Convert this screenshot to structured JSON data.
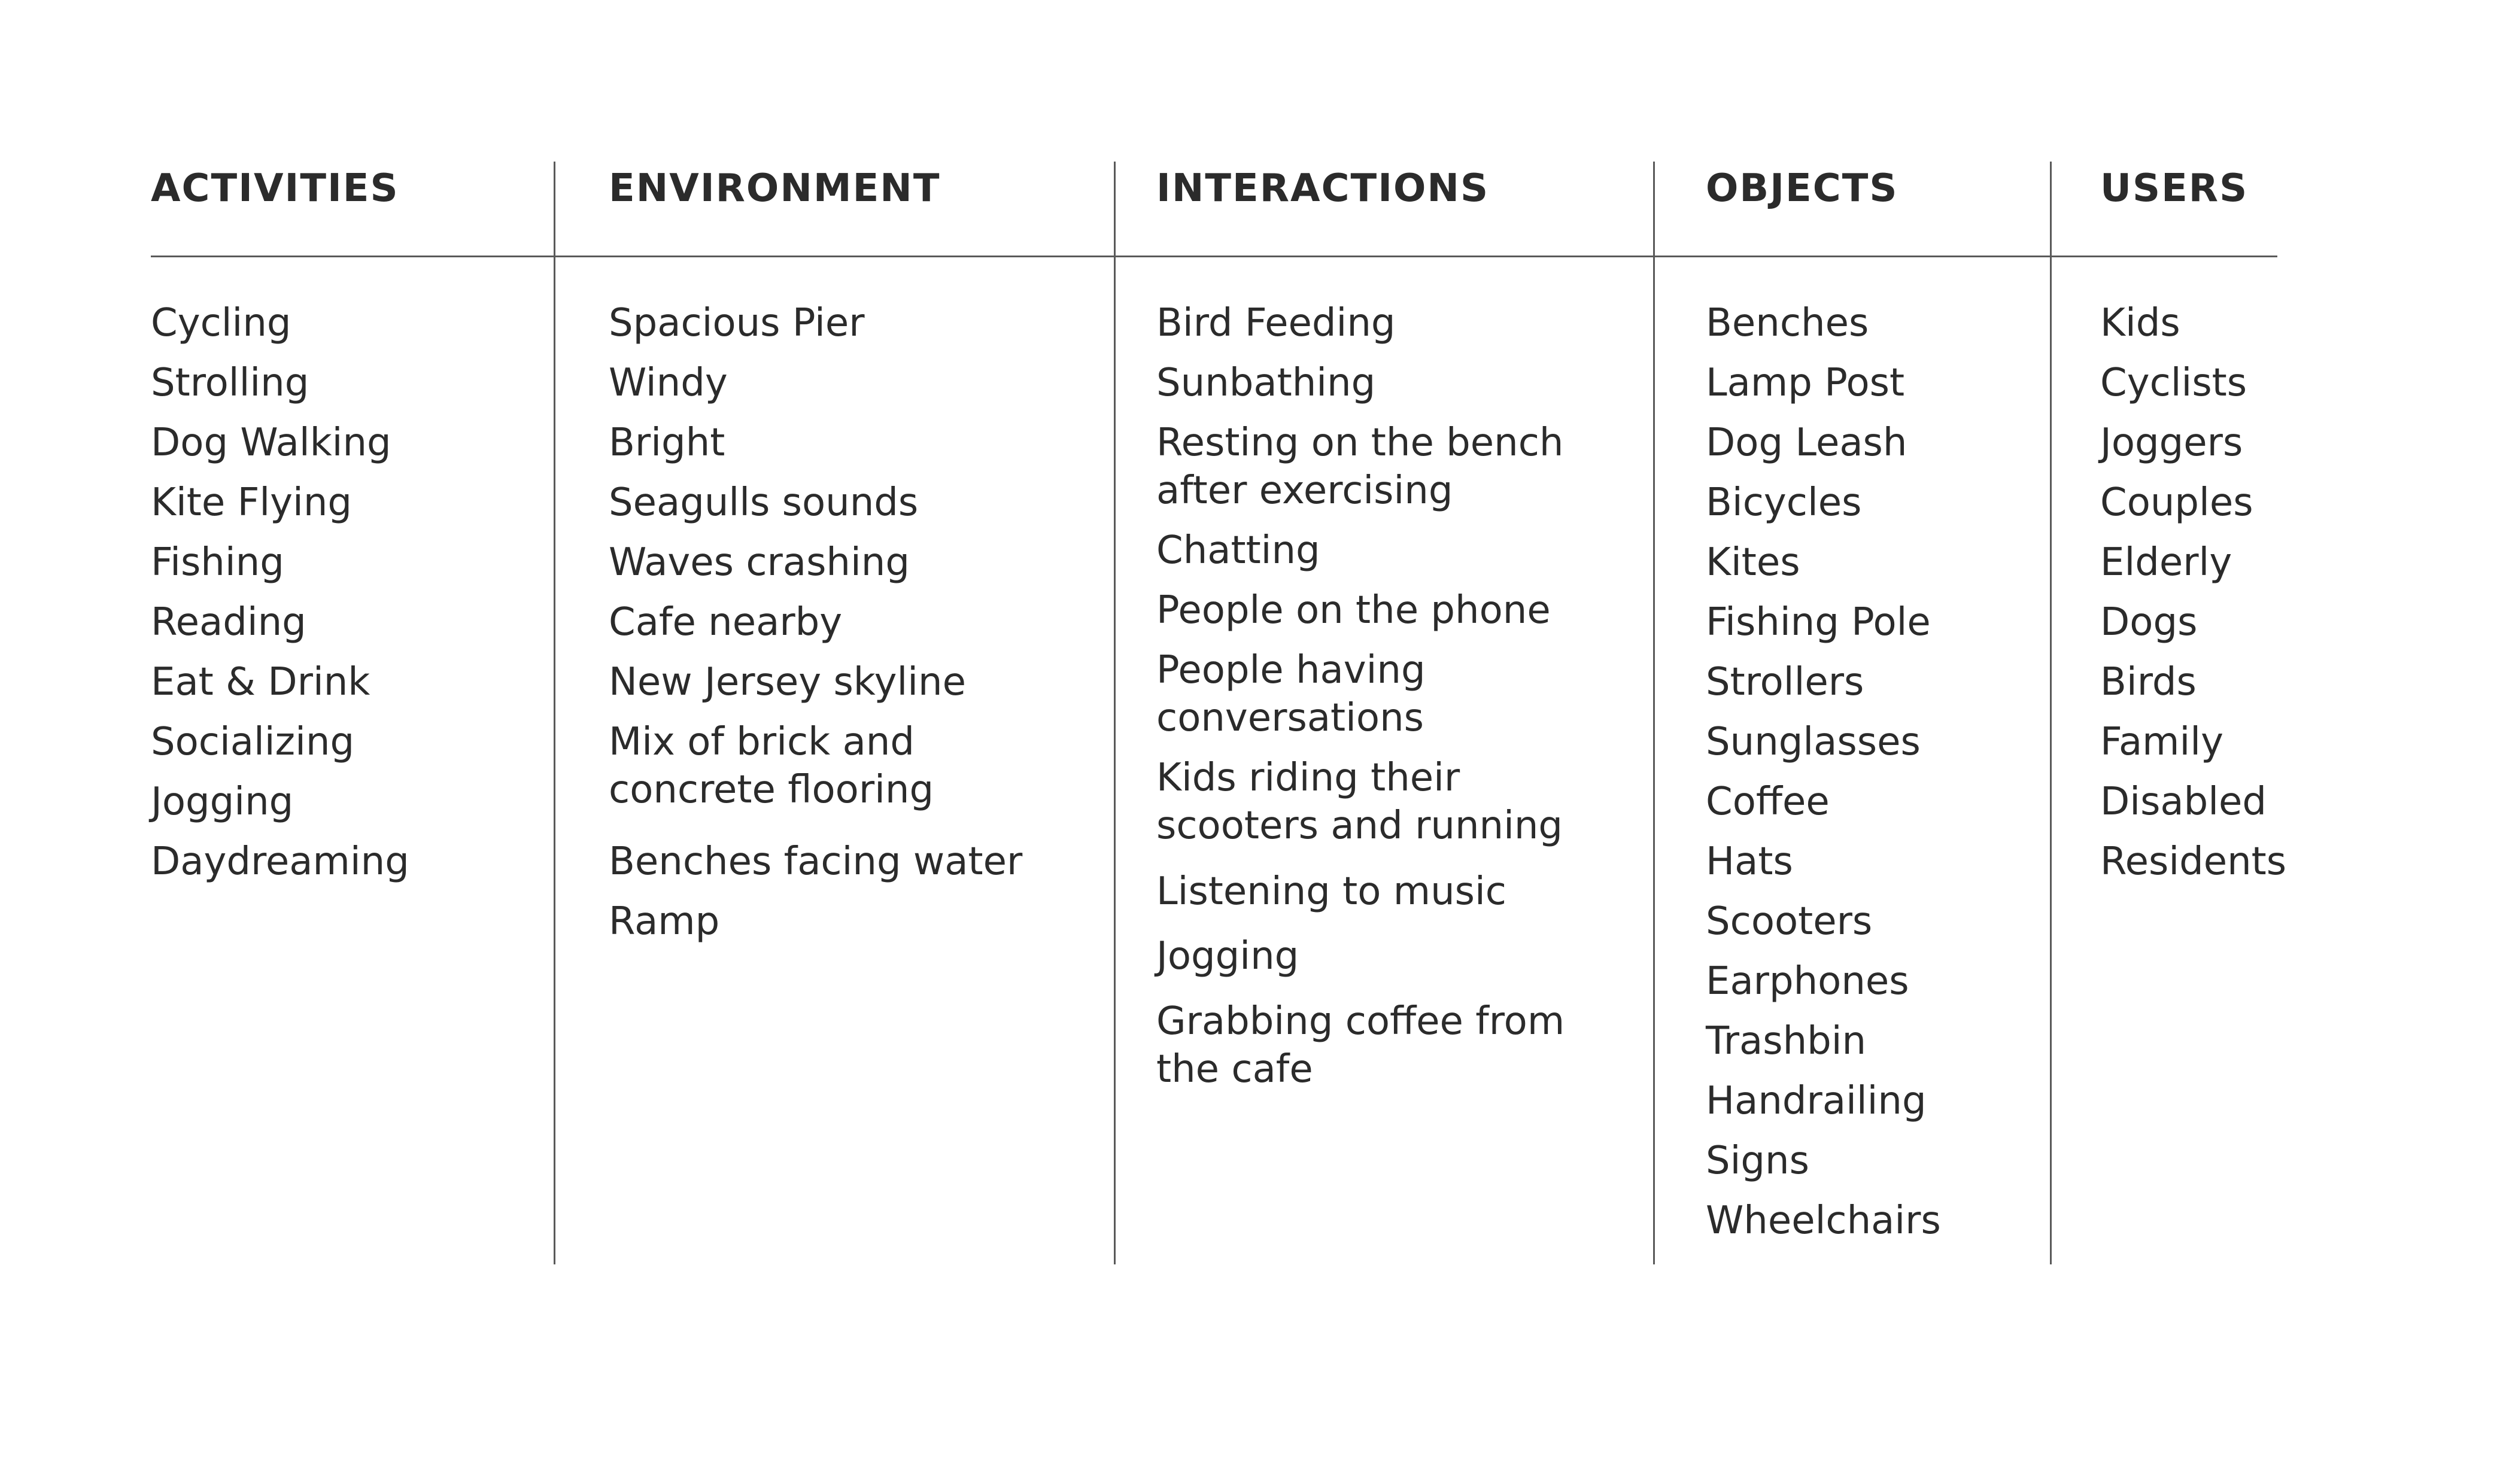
{
  "columns": [
    {
      "header": "ACTIVITIES",
      "items": [
        "Cycling",
        "Strolling",
        "Dog Walking",
        "Kite Flying",
        "Fishing",
        "Reading",
        "Eat & Drink",
        "Socializing",
        "Jogging",
        "Daydreaming"
      ]
    },
    {
      "header": "ENVIRONMENT",
      "items": [
        "Spacious Pier",
        "Windy",
        "Bright",
        "Seagulls sounds",
        "Waves crashing",
        "Cafe nearby",
        "New Jersey skyline",
        "Mix of brick and\nconcrete flooring",
        "Benches facing water",
        "Ramp"
      ]
    },
    {
      "header": "INTERACTIONS",
      "items": [
        "Bird Feeding",
        "Sunbathing",
        "Resting on the bench\nafter exercising",
        "Chatting",
        "People on the phone",
        "People having\nconversations",
        "Kids riding their\nscooters and running",
        "Listening to music",
        "Jogging",
        "Grabbing coffee from\nthe cafe"
      ]
    },
    {
      "header": "OBJECTS",
      "items": [
        "Benches",
        "Lamp Post",
        "Dog Leash",
        "Bicycles",
        "Kites",
        "Fishing Pole",
        "Strollers",
        "Sunglasses",
        "Coffee",
        "Hats",
        "Scooters",
        "Earphones",
        "Trashbin",
        "Handrailing",
        "Signs",
        "Wheelchairs"
      ]
    },
    {
      "header": "USERS",
      "items": [
        "Kids",
        "Cyclists",
        "Joggers",
        "Couples",
        "Elderly",
        "Dogs",
        "Birds",
        "Family",
        "Disabled",
        "Residents"
      ]
    }
  ]
}
